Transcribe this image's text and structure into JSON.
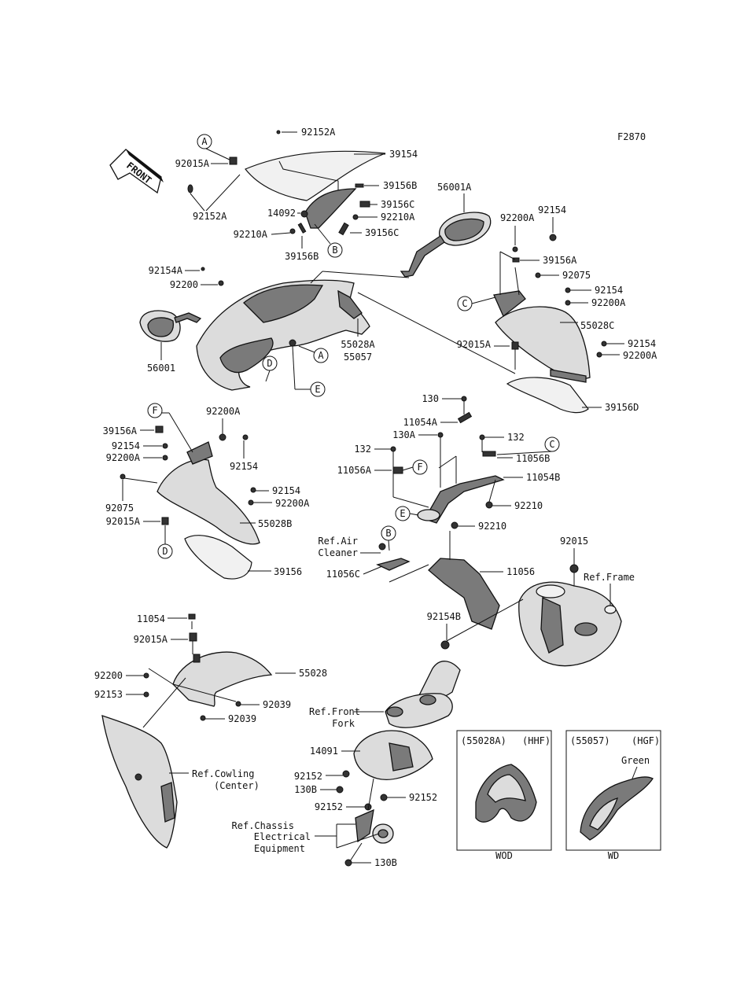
{
  "figure_code": "F2870",
  "front_label": "FRONT",
  "callouts": [
    "A",
    "A",
    "B",
    "B",
    "C",
    "C",
    "D",
    "D",
    "E",
    "E",
    "F",
    "F"
  ],
  "labels": {
    "p92152A_top": "92152A",
    "p39154": "39154",
    "p92015A_1": "92015A",
    "p39156B_1": "39156B",
    "p39156C_1": "39156C",
    "p14092": "14092",
    "p92210A_1": "92210A",
    "p92152A_2": "92152A",
    "p92210A_2": "92210A",
    "p39156C_2": "39156C",
    "p39156B_2": "39156B",
    "p56001A": "56001A",
    "p92154_top": "92154",
    "p92200A_top": "92200A",
    "p39156A_1": "39156A",
    "p92075_1": "92075",
    "p92154_r2": "92154",
    "p92200A_r2": "92200A",
    "p55028C": "55028C",
    "p92015A_r": "92015A",
    "p92154_r3": "92154",
    "p92200A_r3": "92200A",
    "p39156D": "39156D",
    "p92154A": "92154A",
    "p92200": "92200",
    "p55028A": "55028A",
    "p55057": "55057",
    "p56001": "56001",
    "p130": "130",
    "p11054A": "11054A",
    "p130A": "130A",
    "p132_r": "132",
    "p132_l": "132",
    "p11056B": "11056B",
    "p11056A": "11056A",
    "p11054B": "11054B",
    "p92210_1": "92210",
    "p92210_2": "92210",
    "p39156A_2": "39156A",
    "p92200A_l1": "92200A",
    "p92154_l1": "92154",
    "p92200A_l2": "92200A",
    "p92154_l2": "92154",
    "p92075_2": "92075",
    "p92154_l3": "92154",
    "p92200A_l3": "92200A",
    "p92015A_l": "92015A",
    "p55028B": "55028B",
    "p39156": "39156",
    "ref_air_1": "Ref.Air",
    "ref_air_2": "Cleaner",
    "p11056C": "11056C",
    "p11056": "11056",
    "p92015": "92015",
    "ref_frame": "Ref.Frame",
    "p92154B": "92154B",
    "p11054": "11054",
    "p92015A_b": "92015A",
    "p92200_b": "92200",
    "p92153": "92153",
    "p55028": "55028",
    "p92039_1": "92039",
    "p92039_2": "92039",
    "ref_front_1": "Ref.Front",
    "ref_front_2": "Fork",
    "p14091": "14091",
    "p92152_1": "92152",
    "p130B_1": "130B",
    "p92152_2": "92152",
    "p92152_3": "92152",
    "ref_cowl_1": "Ref.Cowling",
    "ref_cowl_2": "(Center)",
    "ref_chassis_1": "Ref.Chassis",
    "ref_chassis_2": "Electrical",
    "ref_chassis_3": "Equipment",
    "p130B_2": "130B"
  },
  "inset_left": {
    "code": "(55028A)",
    "variant": "(HHF)",
    "caption": "WOD"
  },
  "inset_right": {
    "code": "(55057)",
    "variant": "(HGF)",
    "color": "Green",
    "caption": "WD"
  }
}
